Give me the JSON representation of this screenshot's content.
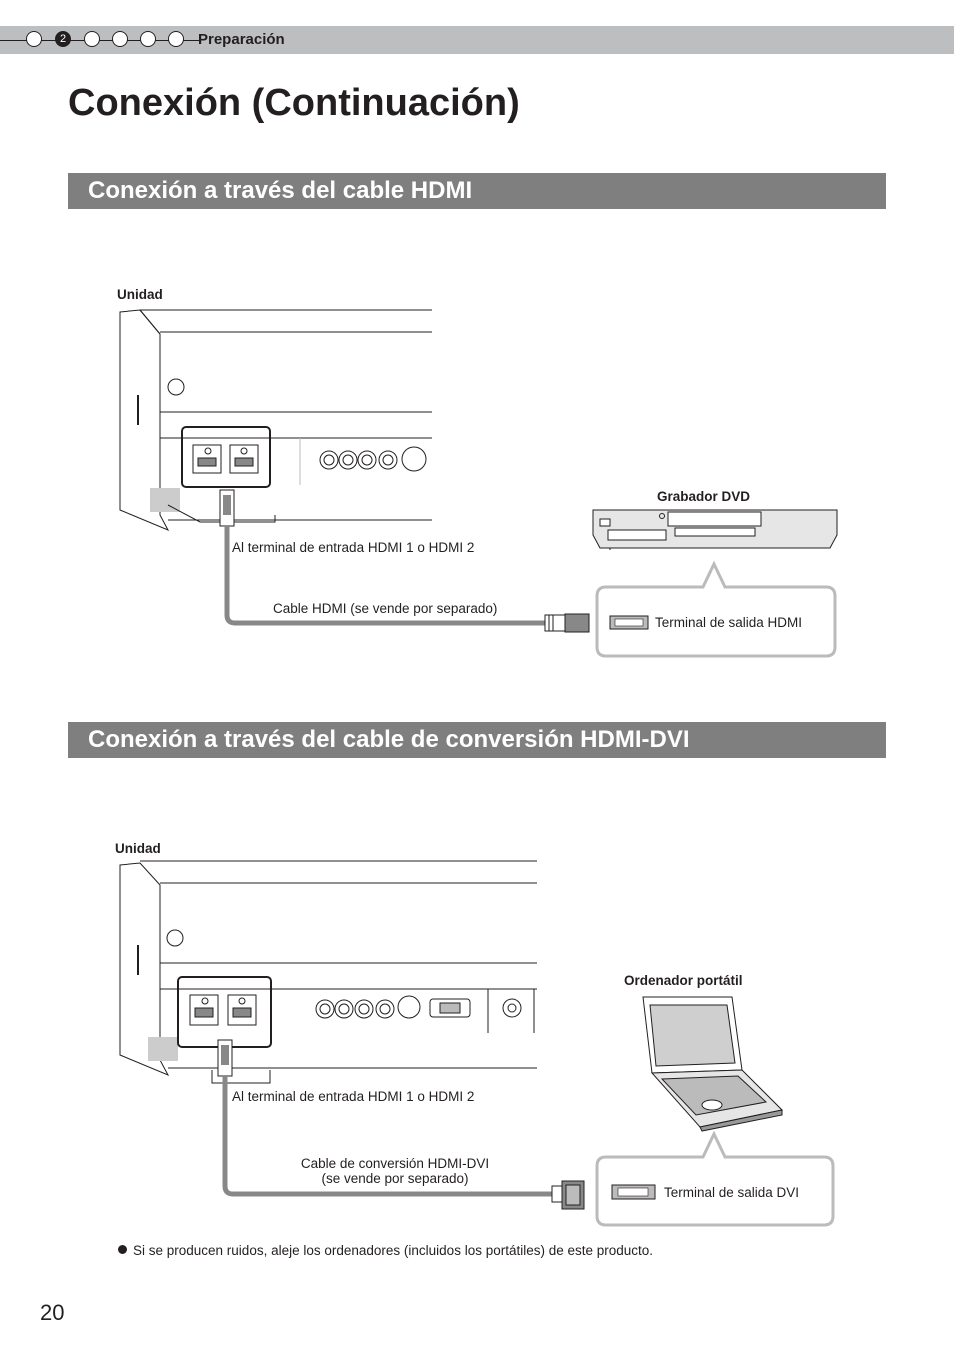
{
  "header": {
    "chapter_numbers": [
      "",
      "2",
      "",
      "",
      "",
      ""
    ],
    "active_chapter_index": 1,
    "section": "Preparación"
  },
  "page_title": "Conexión (Continuación)",
  "section_hdmi": {
    "heading": "Conexión a través del cable HDMI",
    "unit_label": "Unidad",
    "input_label": "Al terminal de entrada HDMI 1 o HDMI 2",
    "cable_label": "Cable HDMI (se vende por separado)",
    "device_label": "Grabador DVD",
    "output_label": "Terminal de salida HDMI"
  },
  "section_dvi": {
    "heading": "Conexión a través del cable de conversión HDMI-DVI",
    "unit_label": "Unidad",
    "input_label": "Al terminal de entrada HDMI 1 o HDMI 2",
    "cable_label_line1": "Cable de conversión HDMI-DVI",
    "cable_label_line2": "(se vende por separado)",
    "device_label": "Ordenador portátil",
    "output_label": "Terminal de salida DVI"
  },
  "note": "Si se producen ruidos, aleje los ordenadores (incluidos los portátiles) de este producto.",
  "page_number": "20"
}
